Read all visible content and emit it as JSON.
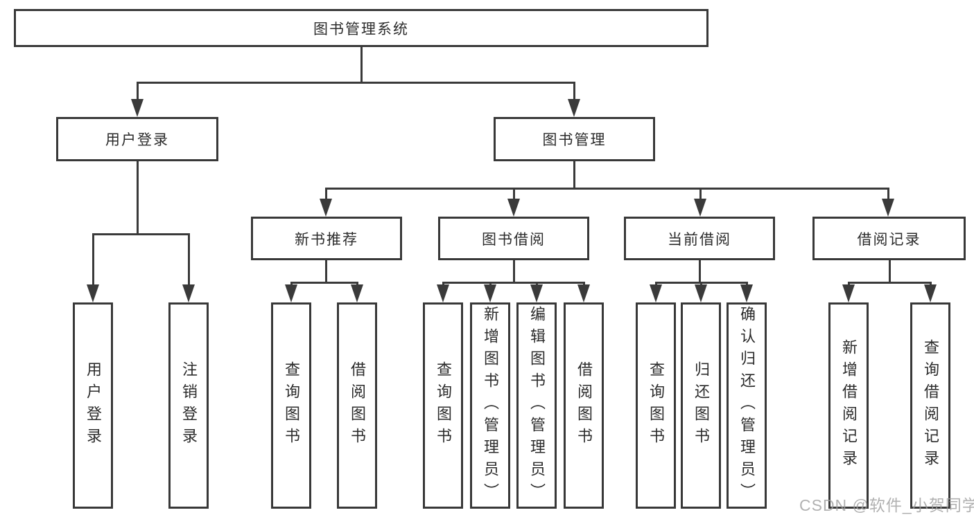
{
  "diagram": {
    "root": {
      "label": "图书管理系统"
    },
    "level2": [
      {
        "label": "用户登录"
      },
      {
        "label": "图书管理"
      }
    ],
    "level3": [
      {
        "label": "新书推荐"
      },
      {
        "label": "图书借阅"
      },
      {
        "label": "当前借阅"
      },
      {
        "label": "借阅记录"
      }
    ],
    "leaves": {
      "login": [
        "用户登录",
        "注销登录"
      ],
      "recommend": [
        "查询图书",
        "借阅图书"
      ],
      "borrow": [
        "查询图书",
        "新增图书（管理员）",
        "编辑图书（管理员）",
        "借阅图书"
      ],
      "current": [
        "查询图书",
        "归还图书",
        "确认归还（管理员）"
      ],
      "records": [
        "新增借阅记录",
        "查询借阅记录"
      ]
    }
  },
  "watermark": {
    "text": "CSDN @软件_小贺同学"
  },
  "colors": {
    "line": "#3a3a3a",
    "border": "#383838",
    "fill": "#ffffff",
    "text": "#2b2b2b",
    "watermark": "#9e9e9e"
  }
}
